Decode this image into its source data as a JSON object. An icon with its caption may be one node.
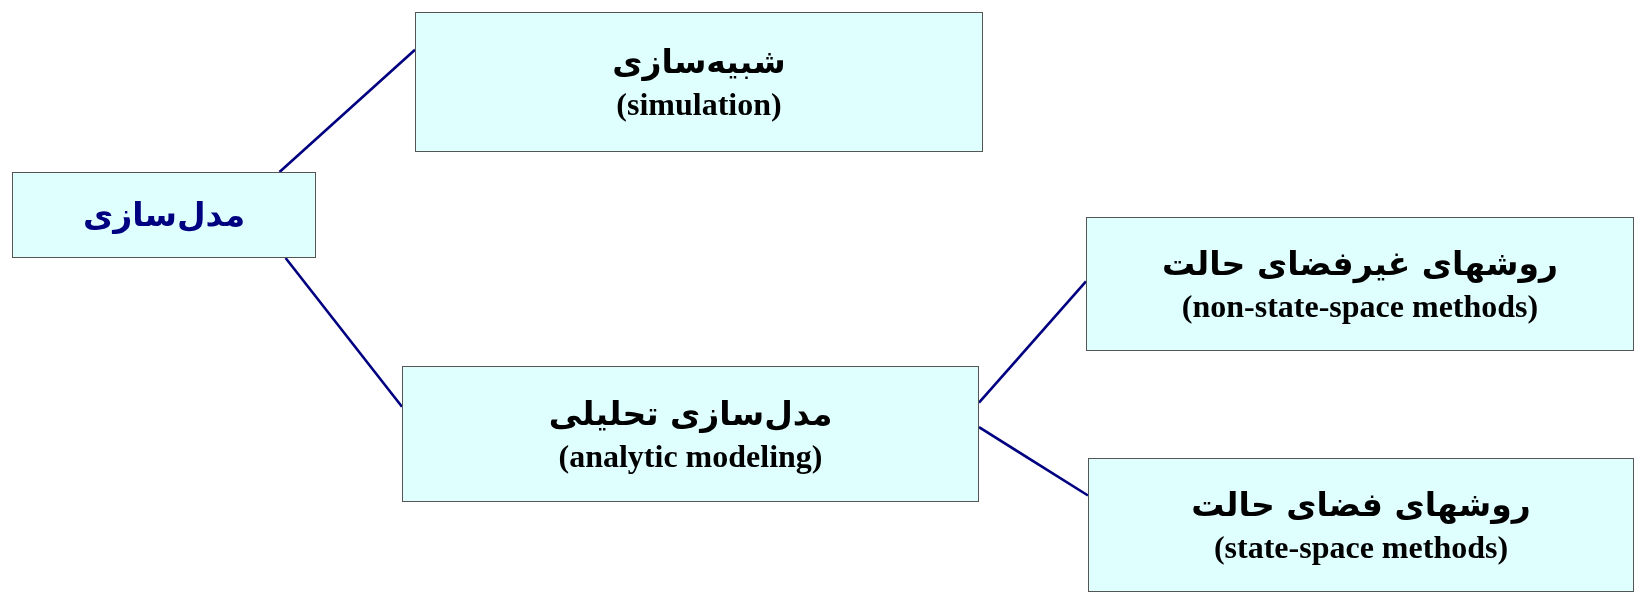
{
  "diagram": {
    "nodes": [
      {
        "text": [
          "مدل‌سازی"
        ]
      },
      {
        "text": [
          "شبیه‌سازی",
          "(simulation)"
        ]
      },
      {
        "text": [
          "مدل‌سازی تحلیلی",
          "(analytic modeling)"
        ]
      },
      {
        "text": [
          "روشهای غیرفضای حالت",
          "(non-state-space methods)"
        ]
      },
      {
        "text": [
          "روشهای فضای حالت",
          "(state-space methods)"
        ]
      }
    ],
    "edges": [
      {
        "from": 0,
        "to": 1,
        "arrow": "none"
      },
      {
        "from": 0,
        "to": 2,
        "arrow": "none"
      },
      {
        "from": 2,
        "to": 3,
        "arrow": "none"
      },
      {
        "from": 2,
        "to": 4,
        "arrow": "none"
      }
    ]
  }
}
